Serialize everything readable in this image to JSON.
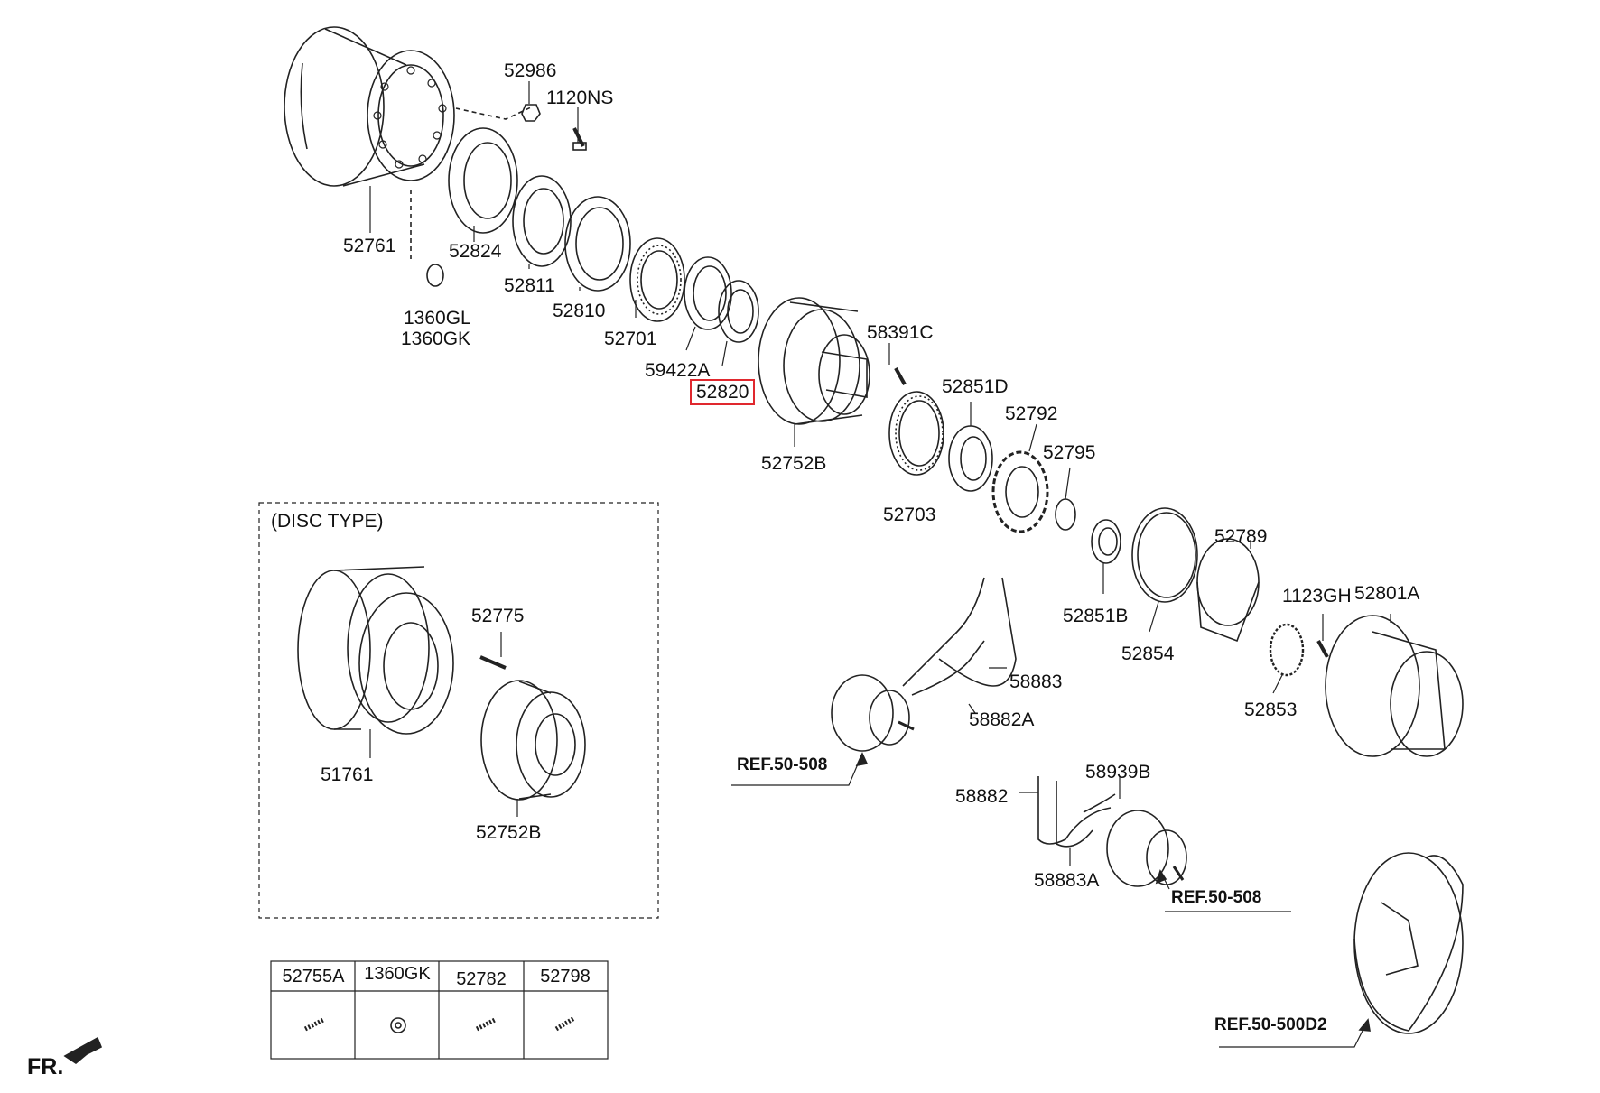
{
  "labels": {
    "l52986": "52986",
    "l1120NS": "1120NS",
    "l52761": "52761",
    "l52824": "52824",
    "l52811": "52811",
    "l52810": "52810",
    "l1360GL": "1360GL",
    "l1360GK": "1360GK",
    "l52701": "52701",
    "l59422A": "59422A",
    "l52820": "52820",
    "l58391C": "58391C",
    "l52752B": "52752B",
    "l52851D": "52851D",
    "l52792": "52792",
    "l52795": "52795",
    "l52703": "52703",
    "l52789": "52789",
    "l52851B": "52851B",
    "l52854": "52854",
    "l1123GH": "1123GH",
    "l52801A": "52801A",
    "l52853": "52853",
    "l58883": "58883",
    "l58882A": "58882A",
    "l58882": "58882",
    "l58939B": "58939B",
    "l58883A": "58883A",
    "l51761": "51761",
    "l52775": "52775",
    "l52752B_disc": "52752B",
    "disc_type": "(DISC TYPE)",
    "ref1": "REF.50-508",
    "ref2": "REF.50-508",
    "ref3": "REF.50-500D2",
    "fr": "FR."
  },
  "table": {
    "headers": [
      "52755A",
      "1360GK",
      "52782",
      "52798"
    ]
  },
  "highlight": {
    "part": "52820",
    "color": "#e0282e"
  }
}
